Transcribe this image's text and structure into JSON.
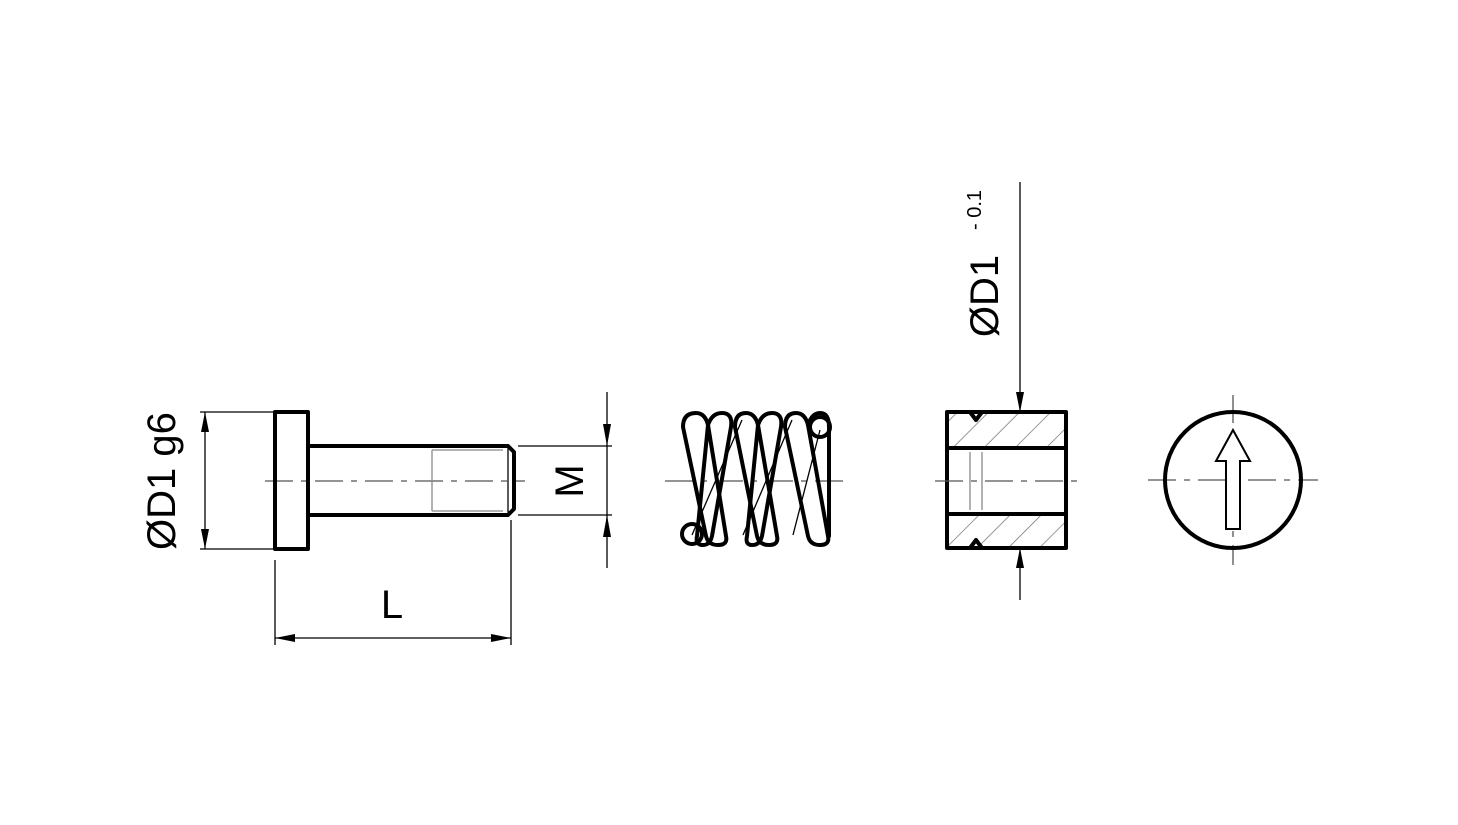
{
  "labels": {
    "pin_diameter": "ØD1 g6",
    "pin_length": "L",
    "thread": "M",
    "bushing_diameter": "ØD1",
    "bushing_tolerance": "- 0.1"
  }
}
